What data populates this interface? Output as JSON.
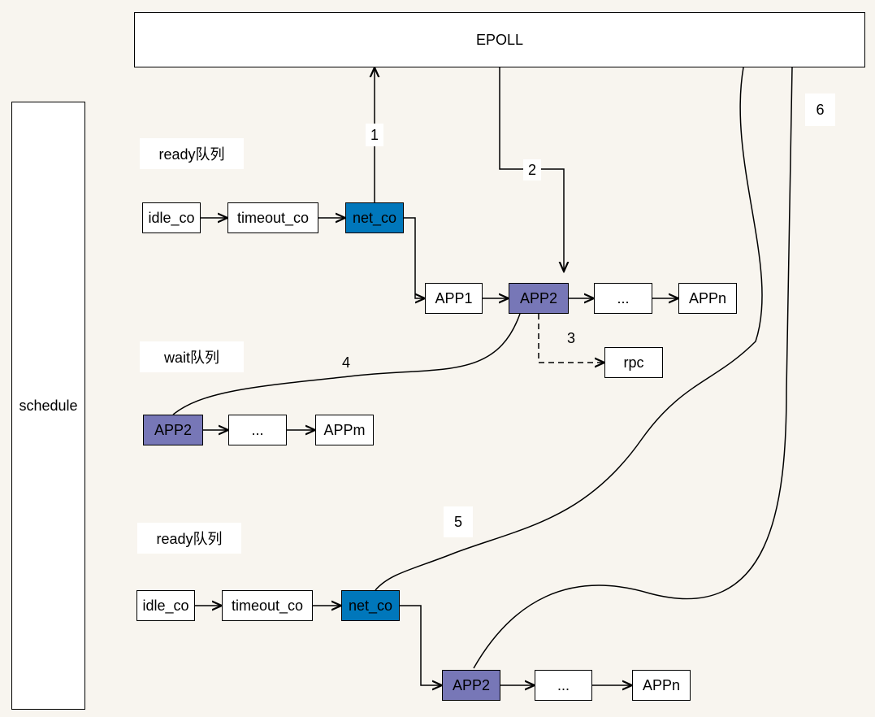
{
  "epoll": {
    "label": "EPOLL"
  },
  "schedule": {
    "label": "schedule"
  },
  "queues": {
    "ready_top": "ready队列",
    "wait": "wait队列",
    "ready_bottom": "ready队列"
  },
  "top_ready": {
    "idle": "idle_co",
    "timeout": "timeout_co",
    "net": "net_co",
    "app1": "APP1",
    "app2": "APP2",
    "dots": "...",
    "appn": "APPn",
    "rpc": "rpc"
  },
  "wait_row": {
    "app2": "APP2",
    "dots": "...",
    "appm": "APPm"
  },
  "bottom_ready": {
    "idle": "idle_co",
    "timeout": "timeout_co",
    "net": "net_co",
    "app2": "APP2",
    "dots": "...",
    "appn": "APPn"
  },
  "steps": {
    "s1": "1",
    "s2": "2",
    "s3": "3",
    "s4": "4",
    "s5": "5",
    "s6": "6"
  },
  "colors": {
    "background": "#f8f5ef",
    "net_co": "#0077bb",
    "app_highlight": "#7777b7"
  }
}
